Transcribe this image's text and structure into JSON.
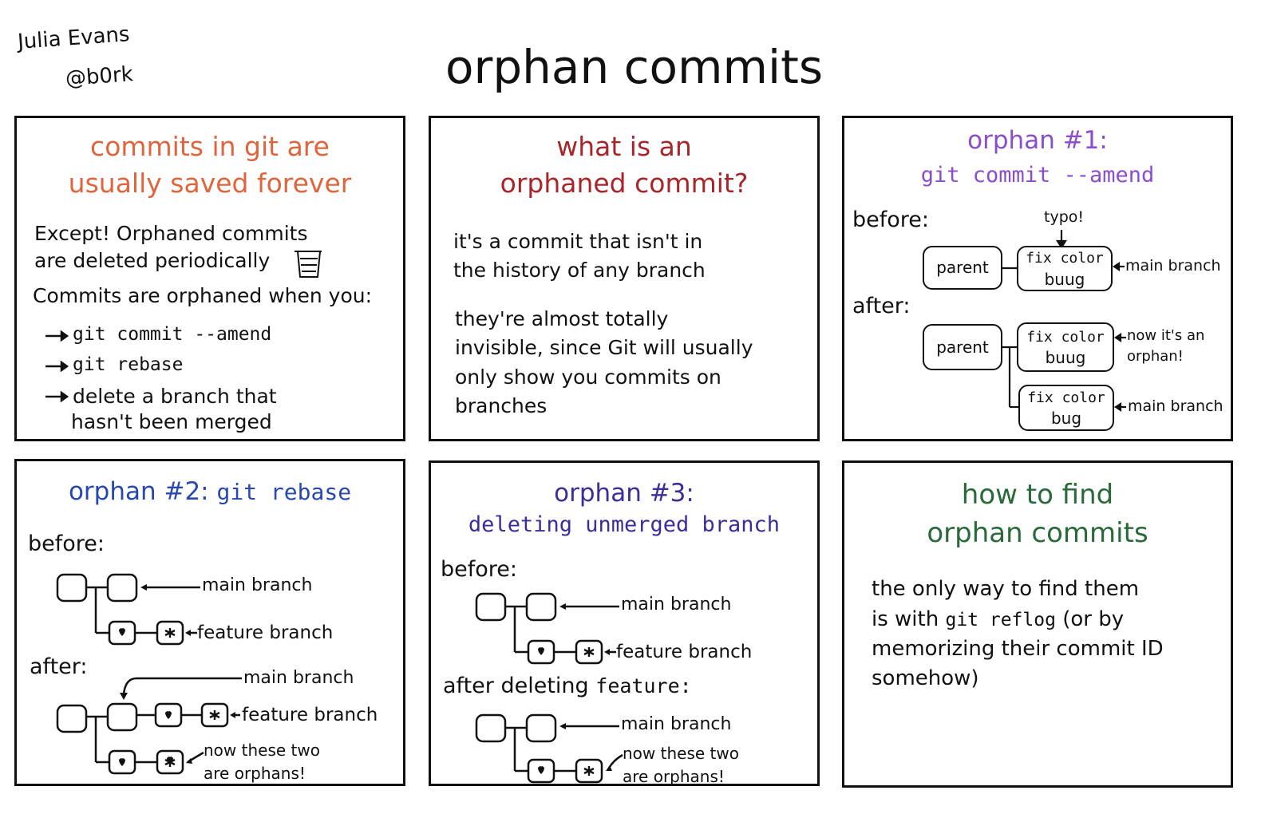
{
  "header": {
    "author_name": "Julia Evans",
    "author_handle": "@b0rk",
    "title": "orphan commits"
  },
  "panel1": {
    "title_line1": "commits in git are",
    "title_line2": "usually saved forever",
    "line1": "Except! Orphaned commits",
    "line2": "are deleted periodically",
    "line3": "Commits are orphaned when you:",
    "bullets": [
      "git commit --amend",
      "git rebase",
      "delete a branch that",
      "hasn't been merged"
    ]
  },
  "panel2": {
    "title_line1": "what is an",
    "title_line2": "orphaned commit?",
    "para1_line1": "it's a commit that isn't in",
    "para1_line2": "the history of any branch",
    "para2_line1": "they're almost totally",
    "para2_line2": "invisible, since Git will usually",
    "para2_line3": "only show you commits on",
    "para2_line4": "branches"
  },
  "panel3": {
    "title_line1": "orphan #1:",
    "title_line2": "git commit --amend",
    "before": "before:",
    "after": "after:",
    "typo": "typo!",
    "parent": "parent",
    "commit_line1": "fix color",
    "commit_buug": "buug",
    "commit_bug": "bug",
    "main_branch": "main branch",
    "orphan_line1": "now it's an",
    "orphan_line2": "orphan!"
  },
  "panel4": {
    "title_prefix": "orphan #2:",
    "title_cmd": "git rebase",
    "before": "before:",
    "after": "after:",
    "main_branch": "main branch",
    "feature_branch": "feature branch",
    "orphans_line1": "now these two",
    "orphans_line2": "are orphans!"
  },
  "panel5": {
    "title_line1": "orphan #3:",
    "title_line2": "deleting unmerged branch",
    "before": "before:",
    "after_prefix": "after deleting",
    "after_word": "feature:",
    "main_branch": "main branch",
    "feature_branch": "feature branch",
    "orphans_line1": "now these two",
    "orphans_line2": "are orphans!"
  },
  "panel6": {
    "title_line1": "how to find",
    "title_line2": "orphan commits",
    "line1": "the only way to find them",
    "line2_pre": "is with",
    "line2_cmd": "git reflog",
    "line2_post": "(or by",
    "line3": "memorizing their commit ID",
    "line4": "somehow)"
  },
  "colors": {
    "panel1_title": "#e0643c",
    "panel2_title": "#a8262a",
    "panel3_title": "#8a4ecc",
    "panel4_title": "#2848b0",
    "panel5_title": "#3a2e9a",
    "panel6_title": "#2a6a3a"
  }
}
